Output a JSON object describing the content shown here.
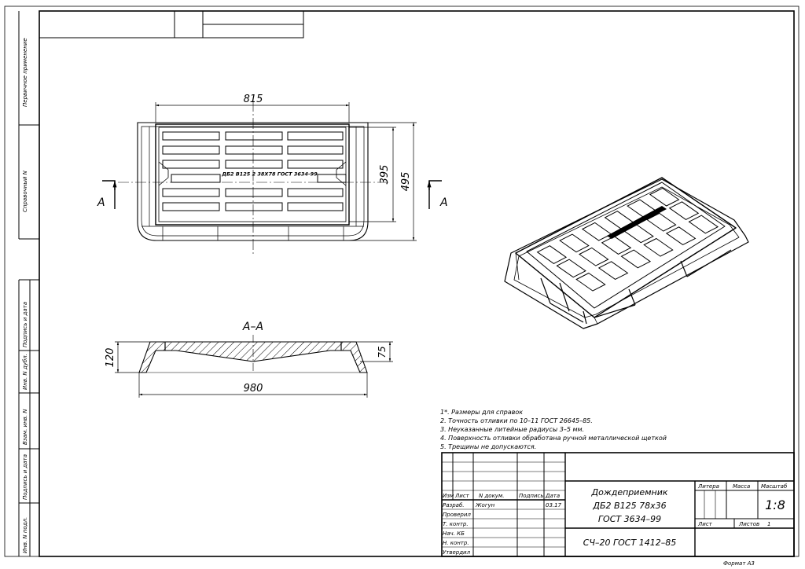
{
  "side_labels": [
    "Первичное применение",
    "Справочный N",
    "Подпись и дата",
    "Инв. N дубл.",
    "Взам. инв. N",
    "Подпись и дата",
    "Инв. N подл."
  ],
  "plan_view": {
    "dim_length": "815",
    "dim_inner_height": "395",
    "dim_outer_height": "495",
    "marking": "ДБ2 В125 2 38X78 ГОСТ 3634-99",
    "section_mark": "А"
  },
  "section_view": {
    "title": "А–А",
    "dim_height": "120",
    "dim_depth": "75",
    "dim_length": "980"
  },
  "notes": [
    "1*. Размеры для справок",
    "2. Точность отливки по 10–11 ГОСТ 26645–85.",
    "3. Неуказанные литейные радиусы 3–5 мм.",
    "4. Поверхность отливки обработана ручной металлической щеткой",
    "5. Трещины не допускаются."
  ],
  "title_block": {
    "name_lines": [
      "Дождеприемник",
      "ДБ2  В125  78х36",
      "ГОСТ 3634–99"
    ],
    "material": "СЧ–20  ГОСТ 1412–85",
    "col_headers": [
      "Изм",
      "Лист",
      "N докум.",
      "Подпись",
      "Дата"
    ],
    "rows": [
      {
        "role": "Разраб.",
        "name": "Жогун",
        "date": "03.17"
      },
      {
        "role": "Проверил",
        "name": "",
        "date": ""
      },
      {
        "role": "Т. контр.",
        "name": "",
        "date": ""
      },
      {
        "role": "Нач. КБ",
        "name": "",
        "date": ""
      },
      {
        "role": "Н. контр.",
        "name": "",
        "date": ""
      },
      {
        "role": "Утвердил",
        "name": "",
        "date": ""
      }
    ],
    "litera_label": "Литера",
    "mass_label": "Масса",
    "scale_label": "Масштаб",
    "scale_value": "1:8",
    "sheet_label": "Лист",
    "sheets_label": "Листов",
    "sheets_value": "1"
  },
  "format_label": "Формат А3"
}
